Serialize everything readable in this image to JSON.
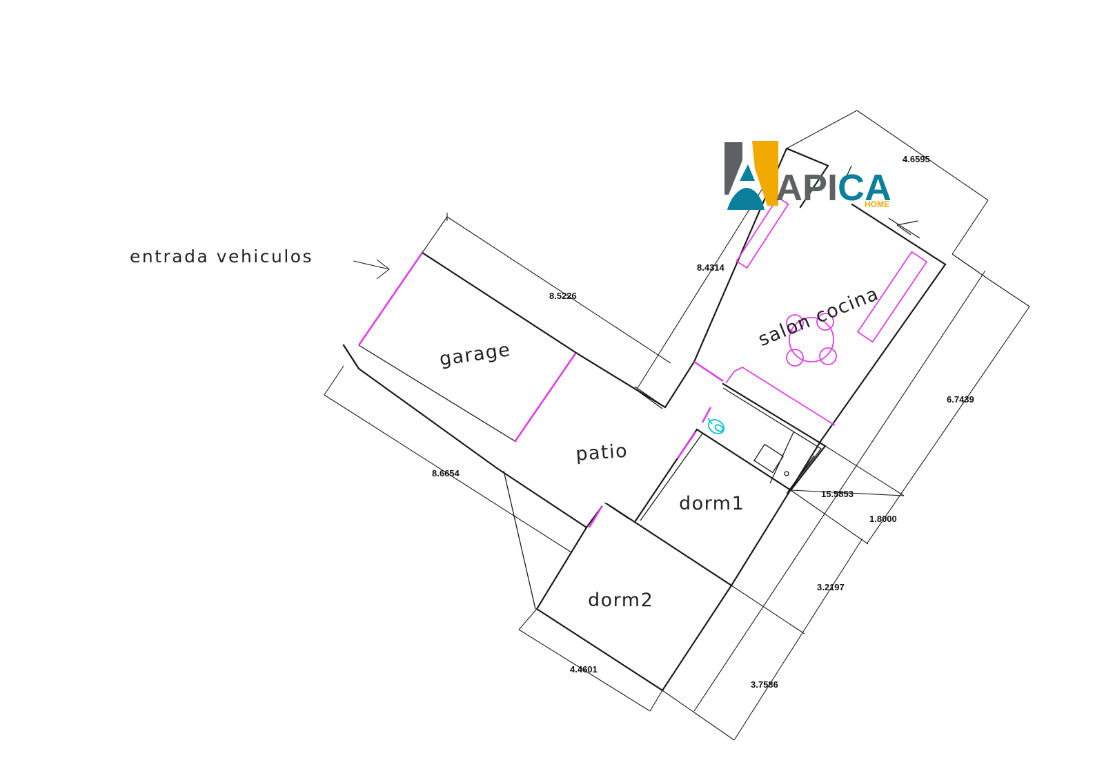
{
  "logo": {
    "brand": "APICA",
    "sub": "HOME",
    "colors": {
      "gray": "#5f6064",
      "gold": "#f2a900",
      "teal": "#0b7f9c",
      "sub": "#f2a900"
    }
  },
  "note": {
    "text": "entrada vehiculos"
  },
  "rooms": {
    "garage": "garage",
    "patio": "patio",
    "salon": "salon cocina",
    "dorm1": "dorm1",
    "dorm2": "dorm2"
  },
  "dimensions": {
    "d1": "8.5226",
    "d2": "8.4314",
    "d3": "4.6595",
    "d4": "6.7439",
    "d5": "8.6654",
    "d6": "15.5853",
    "d7": "1.8000",
    "d8": "3.2197",
    "d9": "3.7586",
    "d10": "4.4601"
  },
  "colors": {
    "wall": "#1a1a1a",
    "door": "#e23ce6",
    "fixture": "#19c4d9"
  }
}
